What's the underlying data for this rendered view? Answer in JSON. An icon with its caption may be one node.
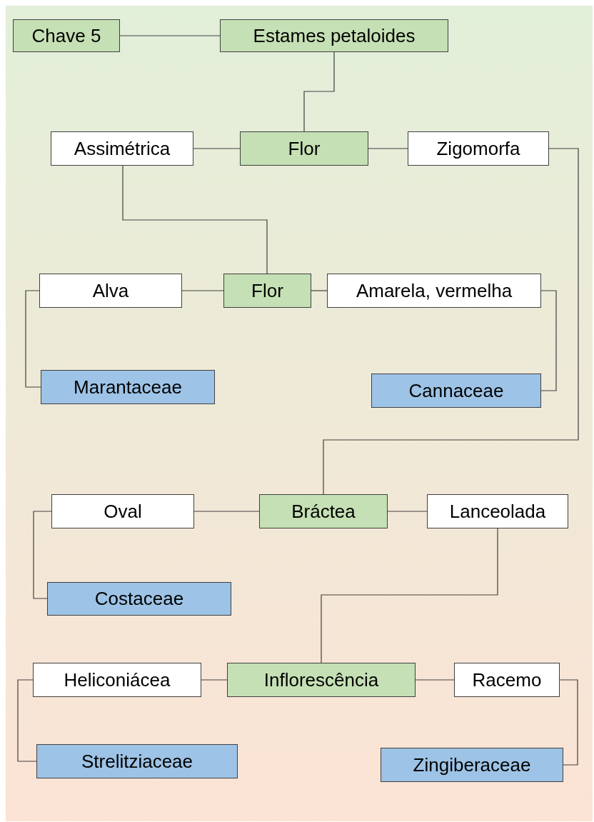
{
  "diagram": {
    "nodes": [
      {
        "text": [
          "Chave 5"
        ]
      },
      {
        "text": [
          "Estames petaloides"
        ]
      },
      {
        "text": [
          "Assimétrica"
        ]
      },
      {
        "text": [
          "Flor"
        ]
      },
      {
        "text": [
          "Zigomorfa"
        ]
      },
      {
        "text": [
          "Alva"
        ]
      },
      {
        "text": [
          "Flor"
        ]
      },
      {
        "text": [
          "Amarela, vermelha"
        ]
      },
      {
        "text": [
          "Marantaceae"
        ]
      },
      {
        "text": [
          "Cannaceae"
        ]
      },
      {
        "text": [
          "Oval"
        ]
      },
      {
        "text": [
          "Bráctea"
        ]
      },
      {
        "text": [
          "Lanceolada"
        ]
      },
      {
        "text": [
          "Costaceae"
        ]
      },
      {
        "text": [
          "Heliconiácea"
        ]
      },
      {
        "text": [
          "Inflorescência"
        ]
      },
      {
        "text": [
          "Racemo"
        ]
      },
      {
        "text": [
          "Strelitziaceae"
        ]
      },
      {
        "text": [
          "Zingiberaceae"
        ]
      }
    ],
    "edges": [
      {
        "from": 0,
        "to": 1,
        "arrow": "none"
      },
      {
        "from": 1,
        "to": 3,
        "arrow": "none"
      },
      {
        "from": 3,
        "to": 2,
        "arrow": "none"
      },
      {
        "from": 3,
        "to": 4,
        "arrow": "none"
      },
      {
        "from": 2,
        "to": 6,
        "arrow": "none"
      },
      {
        "from": 6,
        "to": 5,
        "arrow": "none"
      },
      {
        "from": 6,
        "to": 7,
        "arrow": "none"
      },
      {
        "from": 5,
        "to": 8,
        "arrow": "none"
      },
      {
        "from": 7,
        "to": 9,
        "arrow": "none"
      },
      {
        "from": 4,
        "to": 11,
        "arrow": "none"
      },
      {
        "from": 11,
        "to": 10,
        "arrow": "none"
      },
      {
        "from": 11,
        "to": 12,
        "arrow": "none"
      },
      {
        "from": 10,
        "to": 13,
        "arrow": "none"
      },
      {
        "from": 12,
        "to": 15,
        "arrow": "none"
      },
      {
        "from": 15,
        "to": 14,
        "arrow": "none"
      },
      {
        "from": 15,
        "to": 16,
        "arrow": "none"
      },
      {
        "from": 14,
        "to": 17,
        "arrow": "none"
      },
      {
        "from": 16,
        "to": 18,
        "arrow": "none"
      }
    ]
  }
}
